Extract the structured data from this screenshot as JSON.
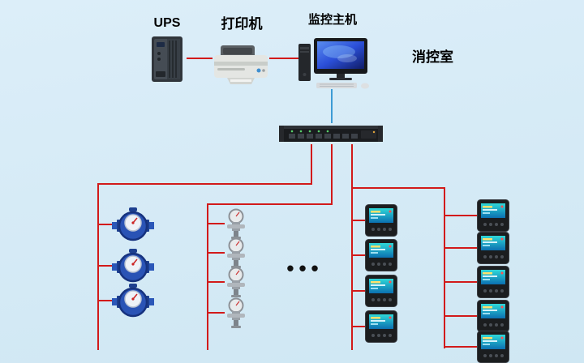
{
  "colors": {
    "bg-top": "#dceef9",
    "bg-bottom": "#cfe7f3",
    "line-red": "#d21a1a",
    "line-blue": "#3d9bd5",
    "text": "#000000"
  },
  "labels": {
    "ups": "UPS",
    "printer": "打印机",
    "host": "监控主机",
    "room": "消控室",
    "ellipsis": "•••"
  },
  "devices": {
    "ups": "ups-tower",
    "printer": "laser-printer",
    "host": "desktop-computer",
    "switch": "rack-data-collector",
    "water_meter_count": 3,
    "small_meter_count": 4,
    "power_meter_column_a_count": 4,
    "power_meter_column_b_count": 5
  }
}
